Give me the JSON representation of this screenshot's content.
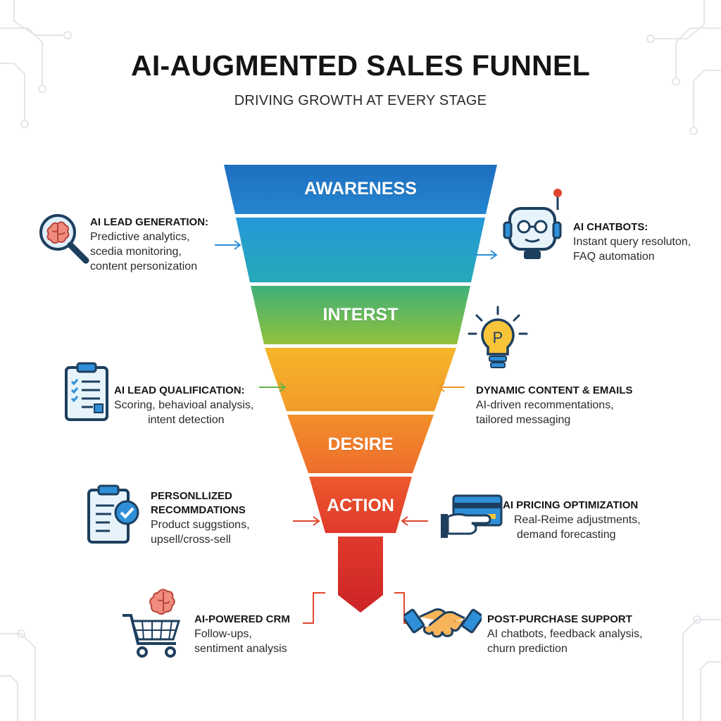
{
  "header": {
    "title": "AI-AUGMENTED SALES FUNNEL",
    "subtitle": "DRIVING GROWTH AT EVERY STAGE"
  },
  "colors": {
    "awareness": "#1e72c4",
    "awareness_band2": "#2196d8",
    "awareness_band3": "#25aab3",
    "interest": "#52b55a",
    "interest_band2": "#8fc13b",
    "desire_top": "#f4b02c",
    "desire": "#f08a2a",
    "desire_band2": "#ef6c2c",
    "action": "#e4432e",
    "action_tail": "#d52b29",
    "accent_blue": "#2f8fd8",
    "accent_green": "#69b34a",
    "accent_orange": "#f19a2a",
    "accent_red": "#e0452e"
  },
  "funnel": {
    "stages": [
      {
        "key": "awareness",
        "label": "AWARENESS"
      },
      {
        "key": "interest",
        "label": "INTERST"
      },
      {
        "key": "desire",
        "label": "DESIRE"
      },
      {
        "key": "action",
        "label": "ACTION"
      }
    ]
  },
  "annotations": {
    "lead_generation": {
      "icon": "brain-magnifier-icon",
      "title": "AI LEAD GENERATION:",
      "lines": [
        "Predictive analytics,",
        "scedia monitoring,",
        "content personization"
      ]
    },
    "chatbots": {
      "icon": "robot-icon",
      "title": "AI CHATBOTS:",
      "lines": [
        "Instant query resoluton,",
        "FAQ automation"
      ]
    },
    "lead_qualification": {
      "icon": "clipboard-checklist-icon",
      "title": "AI LEAD QUALIFICATION:",
      "lines": [
        "Scoring, behavioal analysis,",
        "intent detection"
      ]
    },
    "dynamic_content": {
      "icon": "lightbulb-icon",
      "bulb_letter": "P",
      "title": "DYNAMIC CONTENT & EMAILS",
      "lines": [
        "AI-driven recommentations,",
        "tailored messaging"
      ]
    },
    "personalized": {
      "icon": "clipboard-check-icon",
      "title_lines": [
        "PERSONLLIZED",
        "RECOMMDATIONS"
      ],
      "lines": [
        "Product suggstions,",
        "upsell/cross-sell"
      ]
    },
    "pricing": {
      "icon": "credit-card-hand-icon",
      "title": "AI PRICING OPTIMIZATION",
      "lines": [
        "Real-Reime adjustments,",
        "demand forecasting"
      ]
    },
    "crm": {
      "icon": "shopping-cart-brain-icon",
      "title": "AI-POWERED CRM",
      "lines": [
        "Follow-ups,",
        "sentiment analysis"
      ]
    },
    "post_purchase": {
      "icon": "handshake-icon",
      "title": "POST-PURCHASE SUPPORT",
      "lines": [
        "AI chatbots, feedback analysis,",
        "churn prediction"
      ]
    }
  }
}
